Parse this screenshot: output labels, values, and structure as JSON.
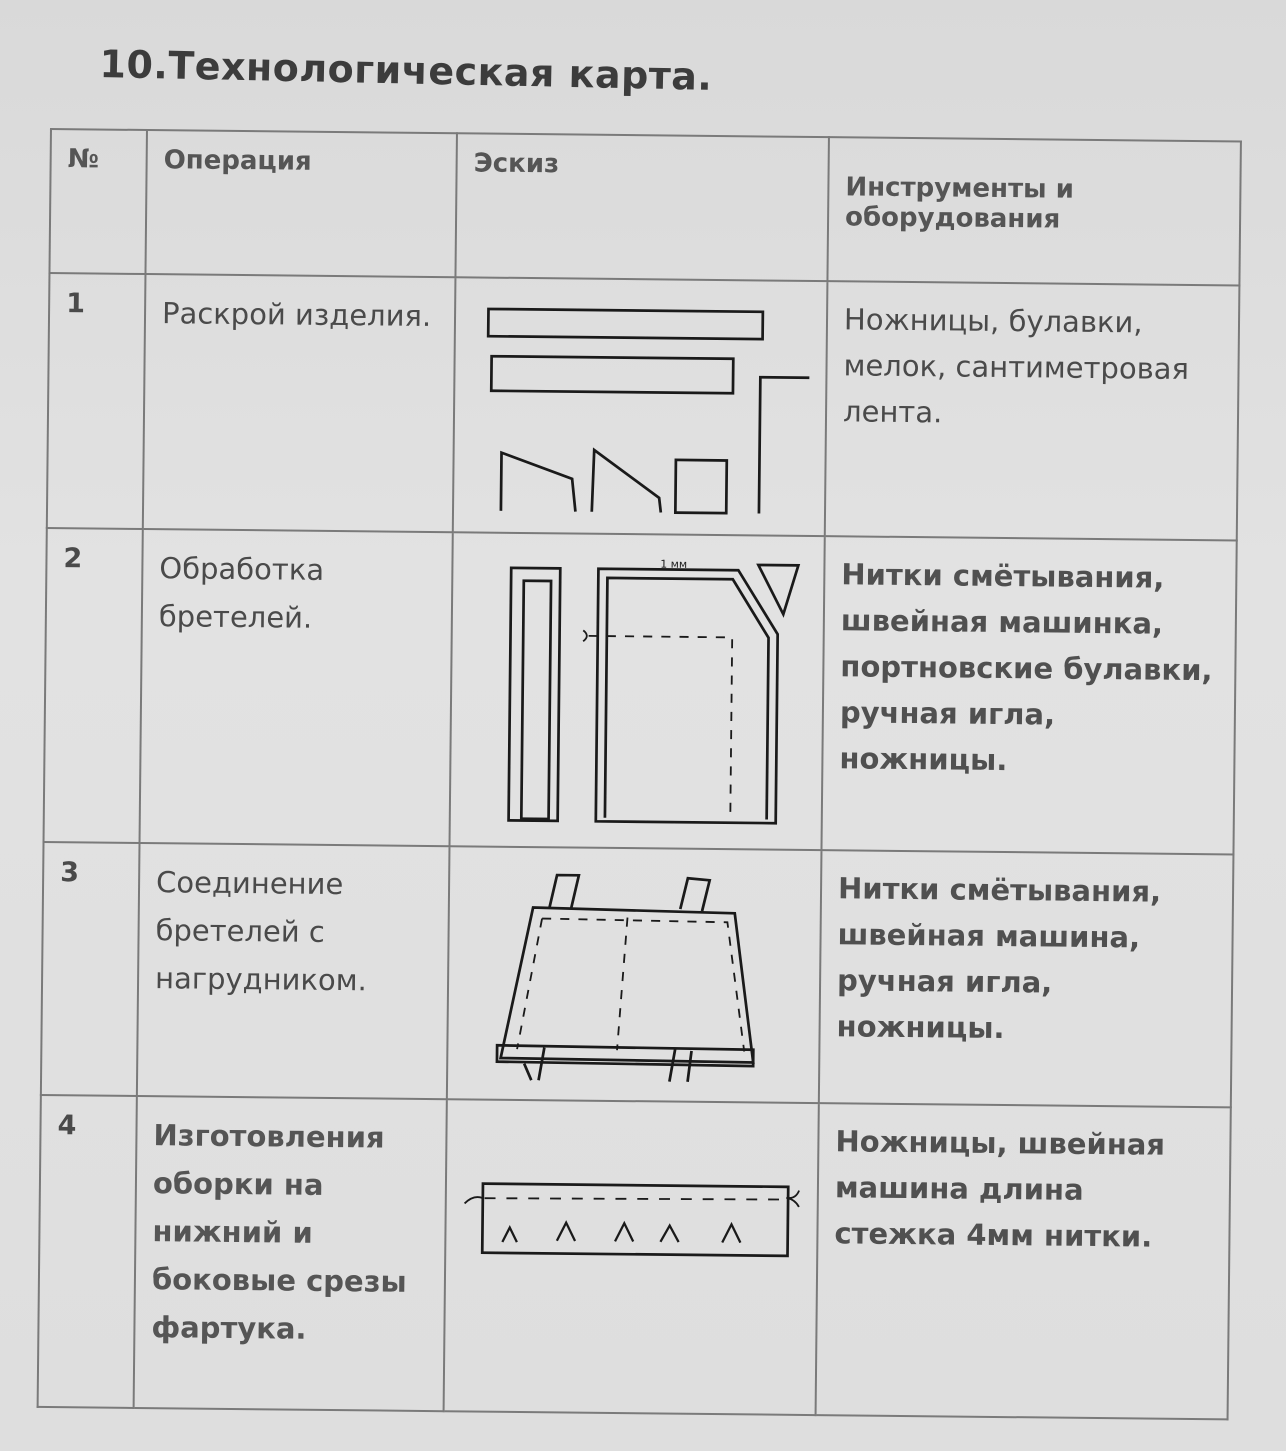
{
  "title": "10.Технологическая карта.",
  "table": {
    "headers": {
      "num": "№",
      "operation": "Операция",
      "sketch": "Эскиз",
      "tools": "Инструменты и оборудования"
    },
    "rows": [
      {
        "num": "1",
        "operation": "Раскрой изделия.",
        "sketch_label": "",
        "tools": "Ножницы, булавки, мелок, сантиметровая лента."
      },
      {
        "num": "2",
        "operation": "Обработка бретелей.",
        "sketch_label": "1 мм",
        "tools": "Нитки смётывания, швейная машинка, портновские булавки, ручная игла, ножницы."
      },
      {
        "num": "3",
        "operation": "Соединение бретелей с нагрудником.",
        "sketch_label": "",
        "tools": "Нитки смётывания, швейная машина, ручная игла, ножницы."
      },
      {
        "num": "4",
        "operation": "Изготовления оборки на нижний и боковые срезы фартука.",
        "sketch_label": "",
        "tools": "Ножницы, швейная машина длина стежка 4мм нитки."
      }
    ]
  },
  "colors": {
    "paper": "#dcdcdc",
    "ink": "#1a1a1a",
    "grid": "#7a7a7a",
    "text": "#4a4a4a"
  }
}
